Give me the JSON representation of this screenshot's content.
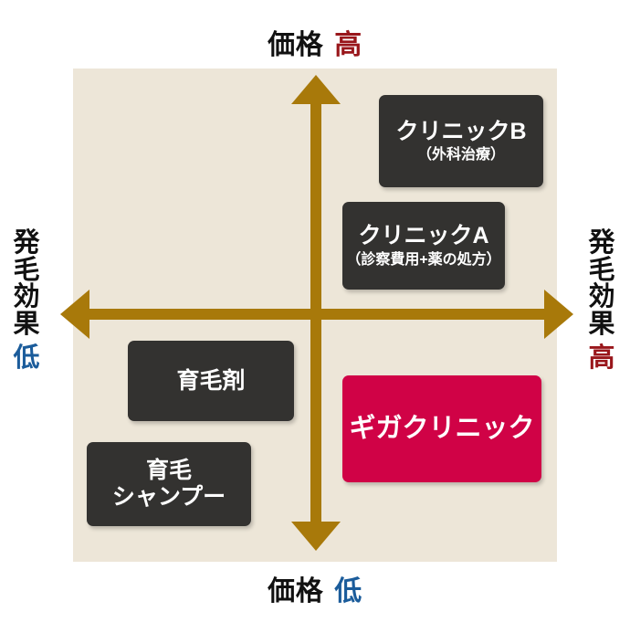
{
  "chart_data": {
    "type": "scatter",
    "title": "",
    "xlabel": "発毛効果",
    "ylabel": "価格",
    "grid": false,
    "legend": null,
    "axes": {
      "vertical": {
        "name": "価格",
        "top_label": "価格",
        "top_tag": "高",
        "bottom_label": "価格",
        "bottom_tag": "低"
      },
      "horizontal": {
        "name": "発毛効果",
        "left_label": "発毛効果",
        "left_tag": "低",
        "right_label": "発毛効果",
        "right_tag": "高"
      }
    },
    "categories": [
      "クリニックB",
      "クリニックA",
      "育毛剤",
      "育毛シャンプー",
      "ギガクリニック"
    ],
    "items": [
      {
        "label": "クリニックB",
        "sub": "（外科治療）",
        "price": "高",
        "effect": "高",
        "quadrant": "upper-right",
        "highlight": false
      },
      {
        "label": "クリニックA",
        "sub": "（診察費用+薬の処方）",
        "price": "高",
        "effect": "高",
        "quadrant": "upper-right",
        "highlight": false
      },
      {
        "label": "育毛剤",
        "sub": "",
        "price": "低",
        "effect": "低",
        "quadrant": "lower-left",
        "highlight": false
      },
      {
        "label": "育毛\nシャンプー",
        "sub": "",
        "price": "低",
        "effect": "低",
        "quadrant": "lower-left",
        "highlight": false
      },
      {
        "label": "ギガクリニック",
        "sub": "",
        "price": "低",
        "effect": "高",
        "quadrant": "lower-right",
        "highlight": true
      }
    ]
  },
  "colors": {
    "background": "#EDE6D8",
    "axis": "#A8790A",
    "box_dark": "#333230",
    "box_highlight": "#D00246",
    "tag_high": "#99161B",
    "tag_low": "#1B5C9B",
    "text_dark": "#111111",
    "text_light": "#FFFFFF"
  },
  "labels": {
    "price": "価格",
    "effect": "発毛効果",
    "high": "高",
    "low": "低",
    "effect_vertical_chars": "発\n毛\n効\n果"
  },
  "boxes": {
    "clinic_b": {
      "title": "クリニックB",
      "sub": "（外科治療）"
    },
    "clinic_a": {
      "title": "クリニックA",
      "sub": "（診察費用+薬の処方）"
    },
    "tonic": {
      "title": "育毛剤"
    },
    "shampoo": {
      "title": "育毛\nシャンプー"
    },
    "giga": {
      "title": "ギガクリニック"
    }
  }
}
